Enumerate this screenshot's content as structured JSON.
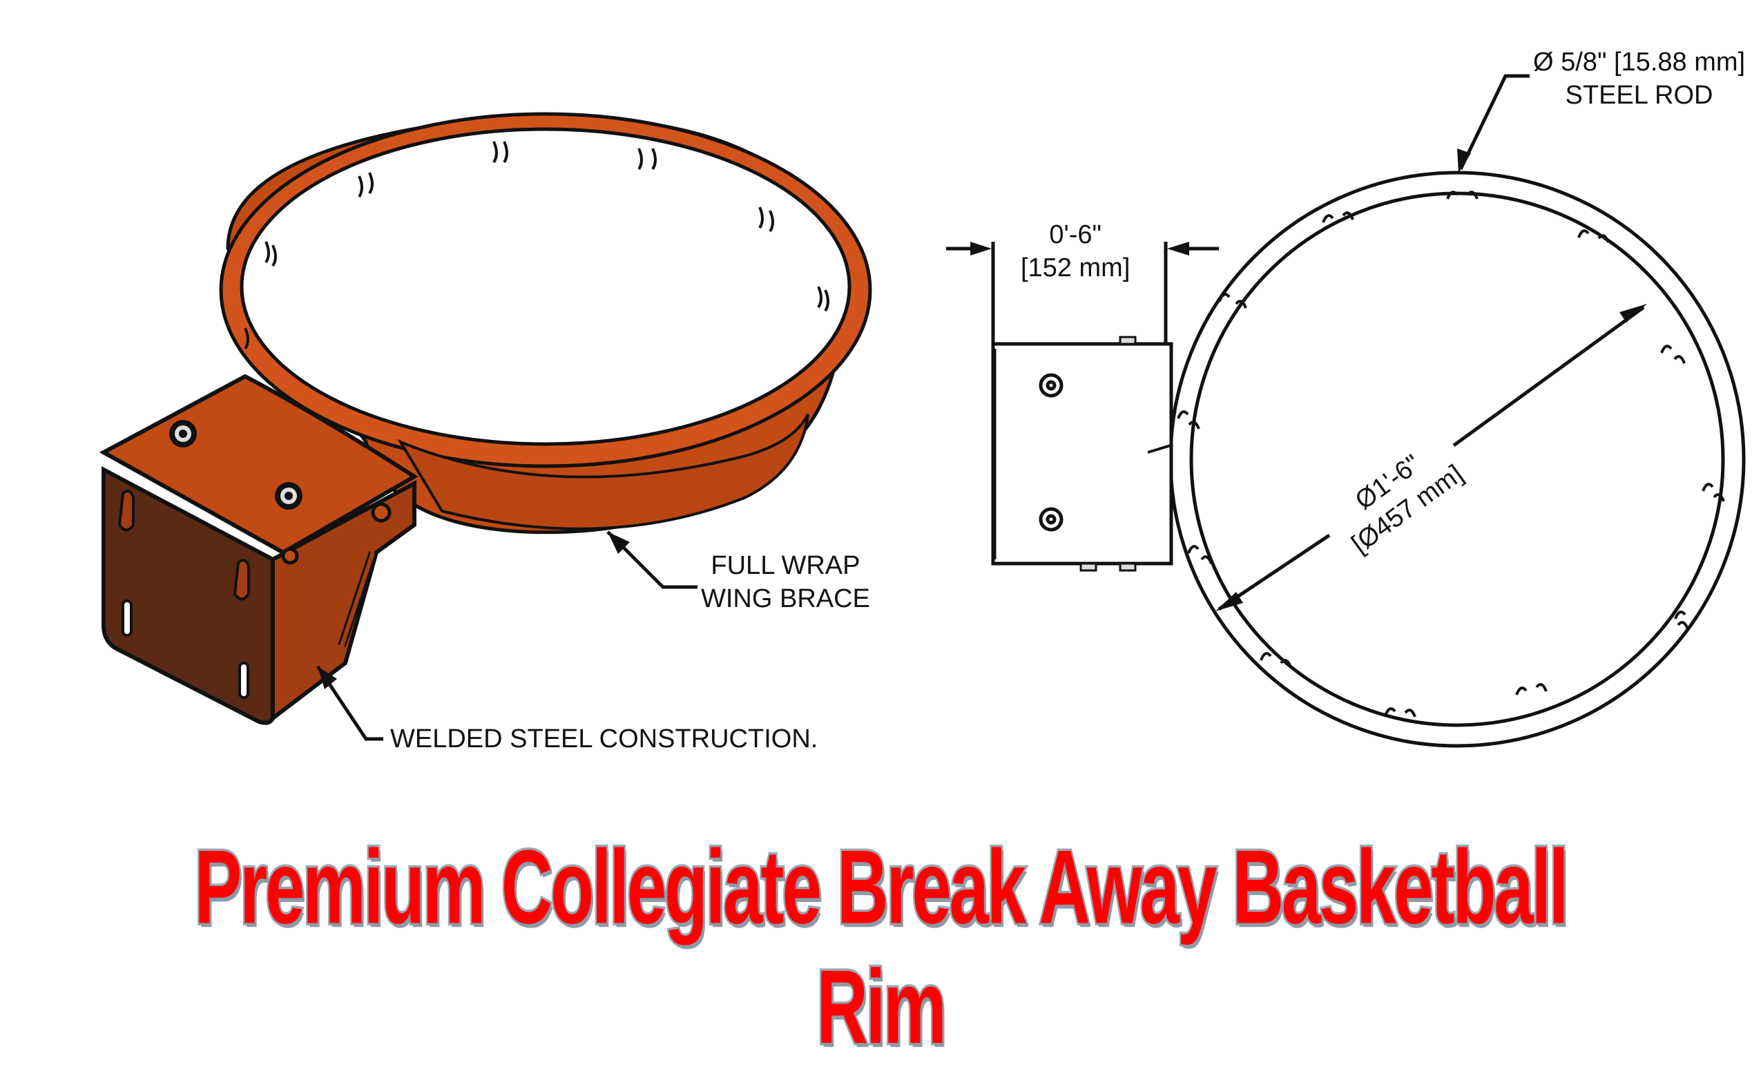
{
  "title": "Premium Collegiate Break Away Basketball Rim",
  "colors": {
    "title_fill": "#ff0000",
    "title_outline": "#9aa7b3",
    "rim_orange": "#d2541c",
    "bracket_top": "#c24a14",
    "bracket_front": "#5a2a14",
    "bracket_side": "#a33e12",
    "line": "#111111",
    "background": "#ffffff"
  },
  "isometric_view": {
    "callouts": {
      "wing_brace": [
        "FULL WRAP",
        "WING BRACE"
      ],
      "construction": "WELDED STEEL CONSTRUCTION."
    }
  },
  "top_view": {
    "steel_rod": {
      "diameter": "Ø 5/8\" [15.88 mm]",
      "material": "STEEL ROD"
    },
    "bracket_depth": {
      "imperial": "0'-6\"",
      "metric": "[152 mm]"
    },
    "rim_diameter": {
      "imperial": "Ø1'-6\"",
      "metric": "[Ø457 mm]"
    }
  }
}
